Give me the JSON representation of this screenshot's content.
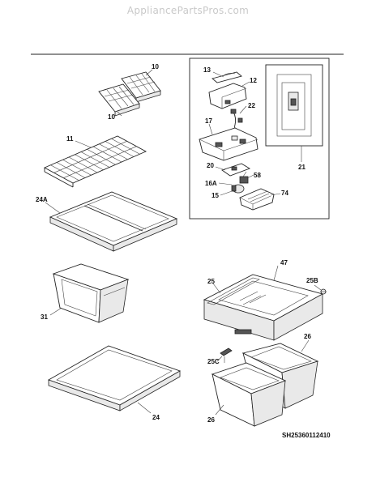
{
  "watermark": "AppliancePartsPros.com",
  "diagram_code": "SH25360112410",
  "labels": {
    "p10a": "10",
    "p10b": "10",
    "p11": "11",
    "p24a": "24A",
    "p31": "31",
    "p24": "24",
    "p13": "13",
    "p12": "12",
    "p22": "22",
    "p17": "17",
    "p20": "20",
    "p58": "58",
    "p16a": "16A",
    "p15": "15",
    "p74": "74",
    "p21": "21",
    "p47": "47",
    "p25": "25",
    "p25b": "25B",
    "p26a": "26",
    "p25c": "25C",
    "p26b": "26"
  }
}
